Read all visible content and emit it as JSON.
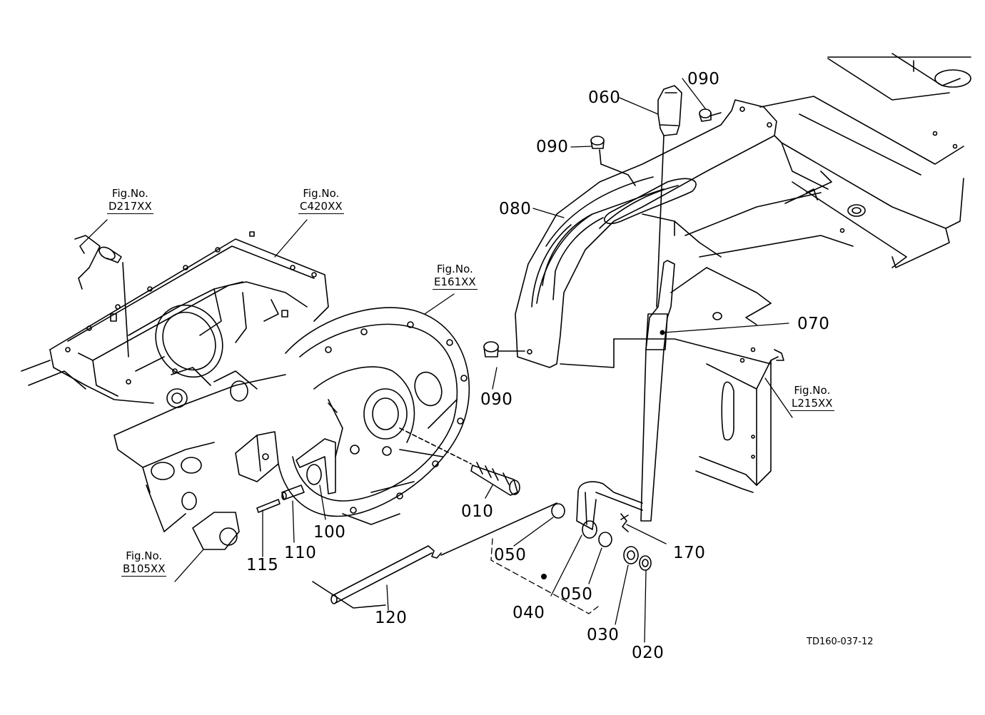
{
  "part_labels": {
    "p010": "010",
    "p020": "020",
    "p030": "030",
    "p040": "040",
    "p050a": "050",
    "p050b": "050",
    "p060": "060",
    "p070": "070",
    "p080": "080",
    "p090a": "090",
    "p090b": "090",
    "p090c": "090",
    "p100": "100",
    "p110": "110",
    "p115": "115",
    "p120": "120",
    "p170": "170"
  },
  "figure_refs": {
    "d217": {
      "title": "Fig.No.",
      "code": "D217XX"
    },
    "c420": {
      "title": "Fig.No.",
      "code": "C420XX"
    },
    "e161": {
      "title": "Fig.No.",
      "code": "E161XX"
    },
    "l215": {
      "title": "Fig.No.",
      "code": "L215XX"
    },
    "b105": {
      "title": "Fig.No.",
      "code": "B105XX"
    }
  },
  "drawing_code": "TD160-037-12"
}
